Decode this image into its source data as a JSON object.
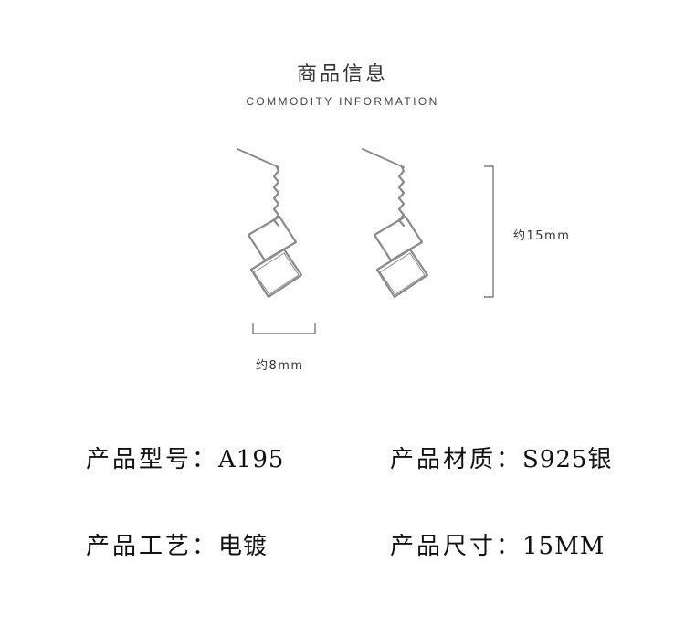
{
  "header": {
    "title_cn": "商品信息",
    "title_en": "COMMODITY INFORMATION"
  },
  "dimensions": {
    "height_label": "约15mm",
    "width_label": "约8mm"
  },
  "specs": [
    {
      "label": "产品型号：",
      "value": "A195"
    },
    {
      "label": "产品材质：",
      "value": "S925银"
    },
    {
      "label": "产品工艺：",
      "value": "电镀"
    },
    {
      "label": "产品尺寸：",
      "value": "15MM"
    }
  ],
  "image": {
    "icon": "earring-pair-icon",
    "metal_color": "#8a8a8a"
  }
}
